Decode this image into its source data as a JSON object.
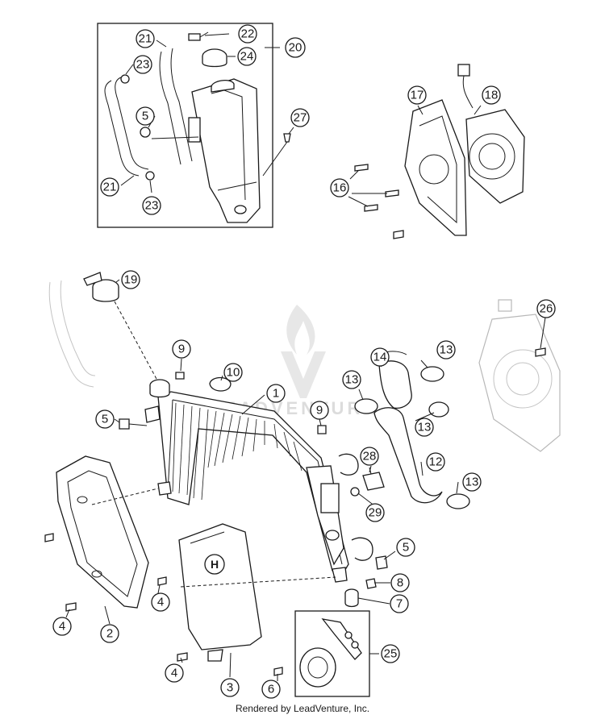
{
  "footer": {
    "credit": "Rendered by LeadVenture, Inc."
  },
  "watermark": {
    "text": "LEADVENTURE"
  },
  "callouts": [
    "1",
    "2",
    "3",
    "4",
    "4",
    "4",
    "5",
    "5",
    "5",
    "6",
    "7",
    "8",
    "9",
    "9",
    "10",
    "12",
    "13",
    "13",
    "13",
    "13",
    "14",
    "16",
    "17",
    "18",
    "19",
    "20",
    "21",
    "21",
    "22",
    "23",
    "23",
    "24",
    "25",
    "26",
    "27",
    "28",
    "29"
  ]
}
